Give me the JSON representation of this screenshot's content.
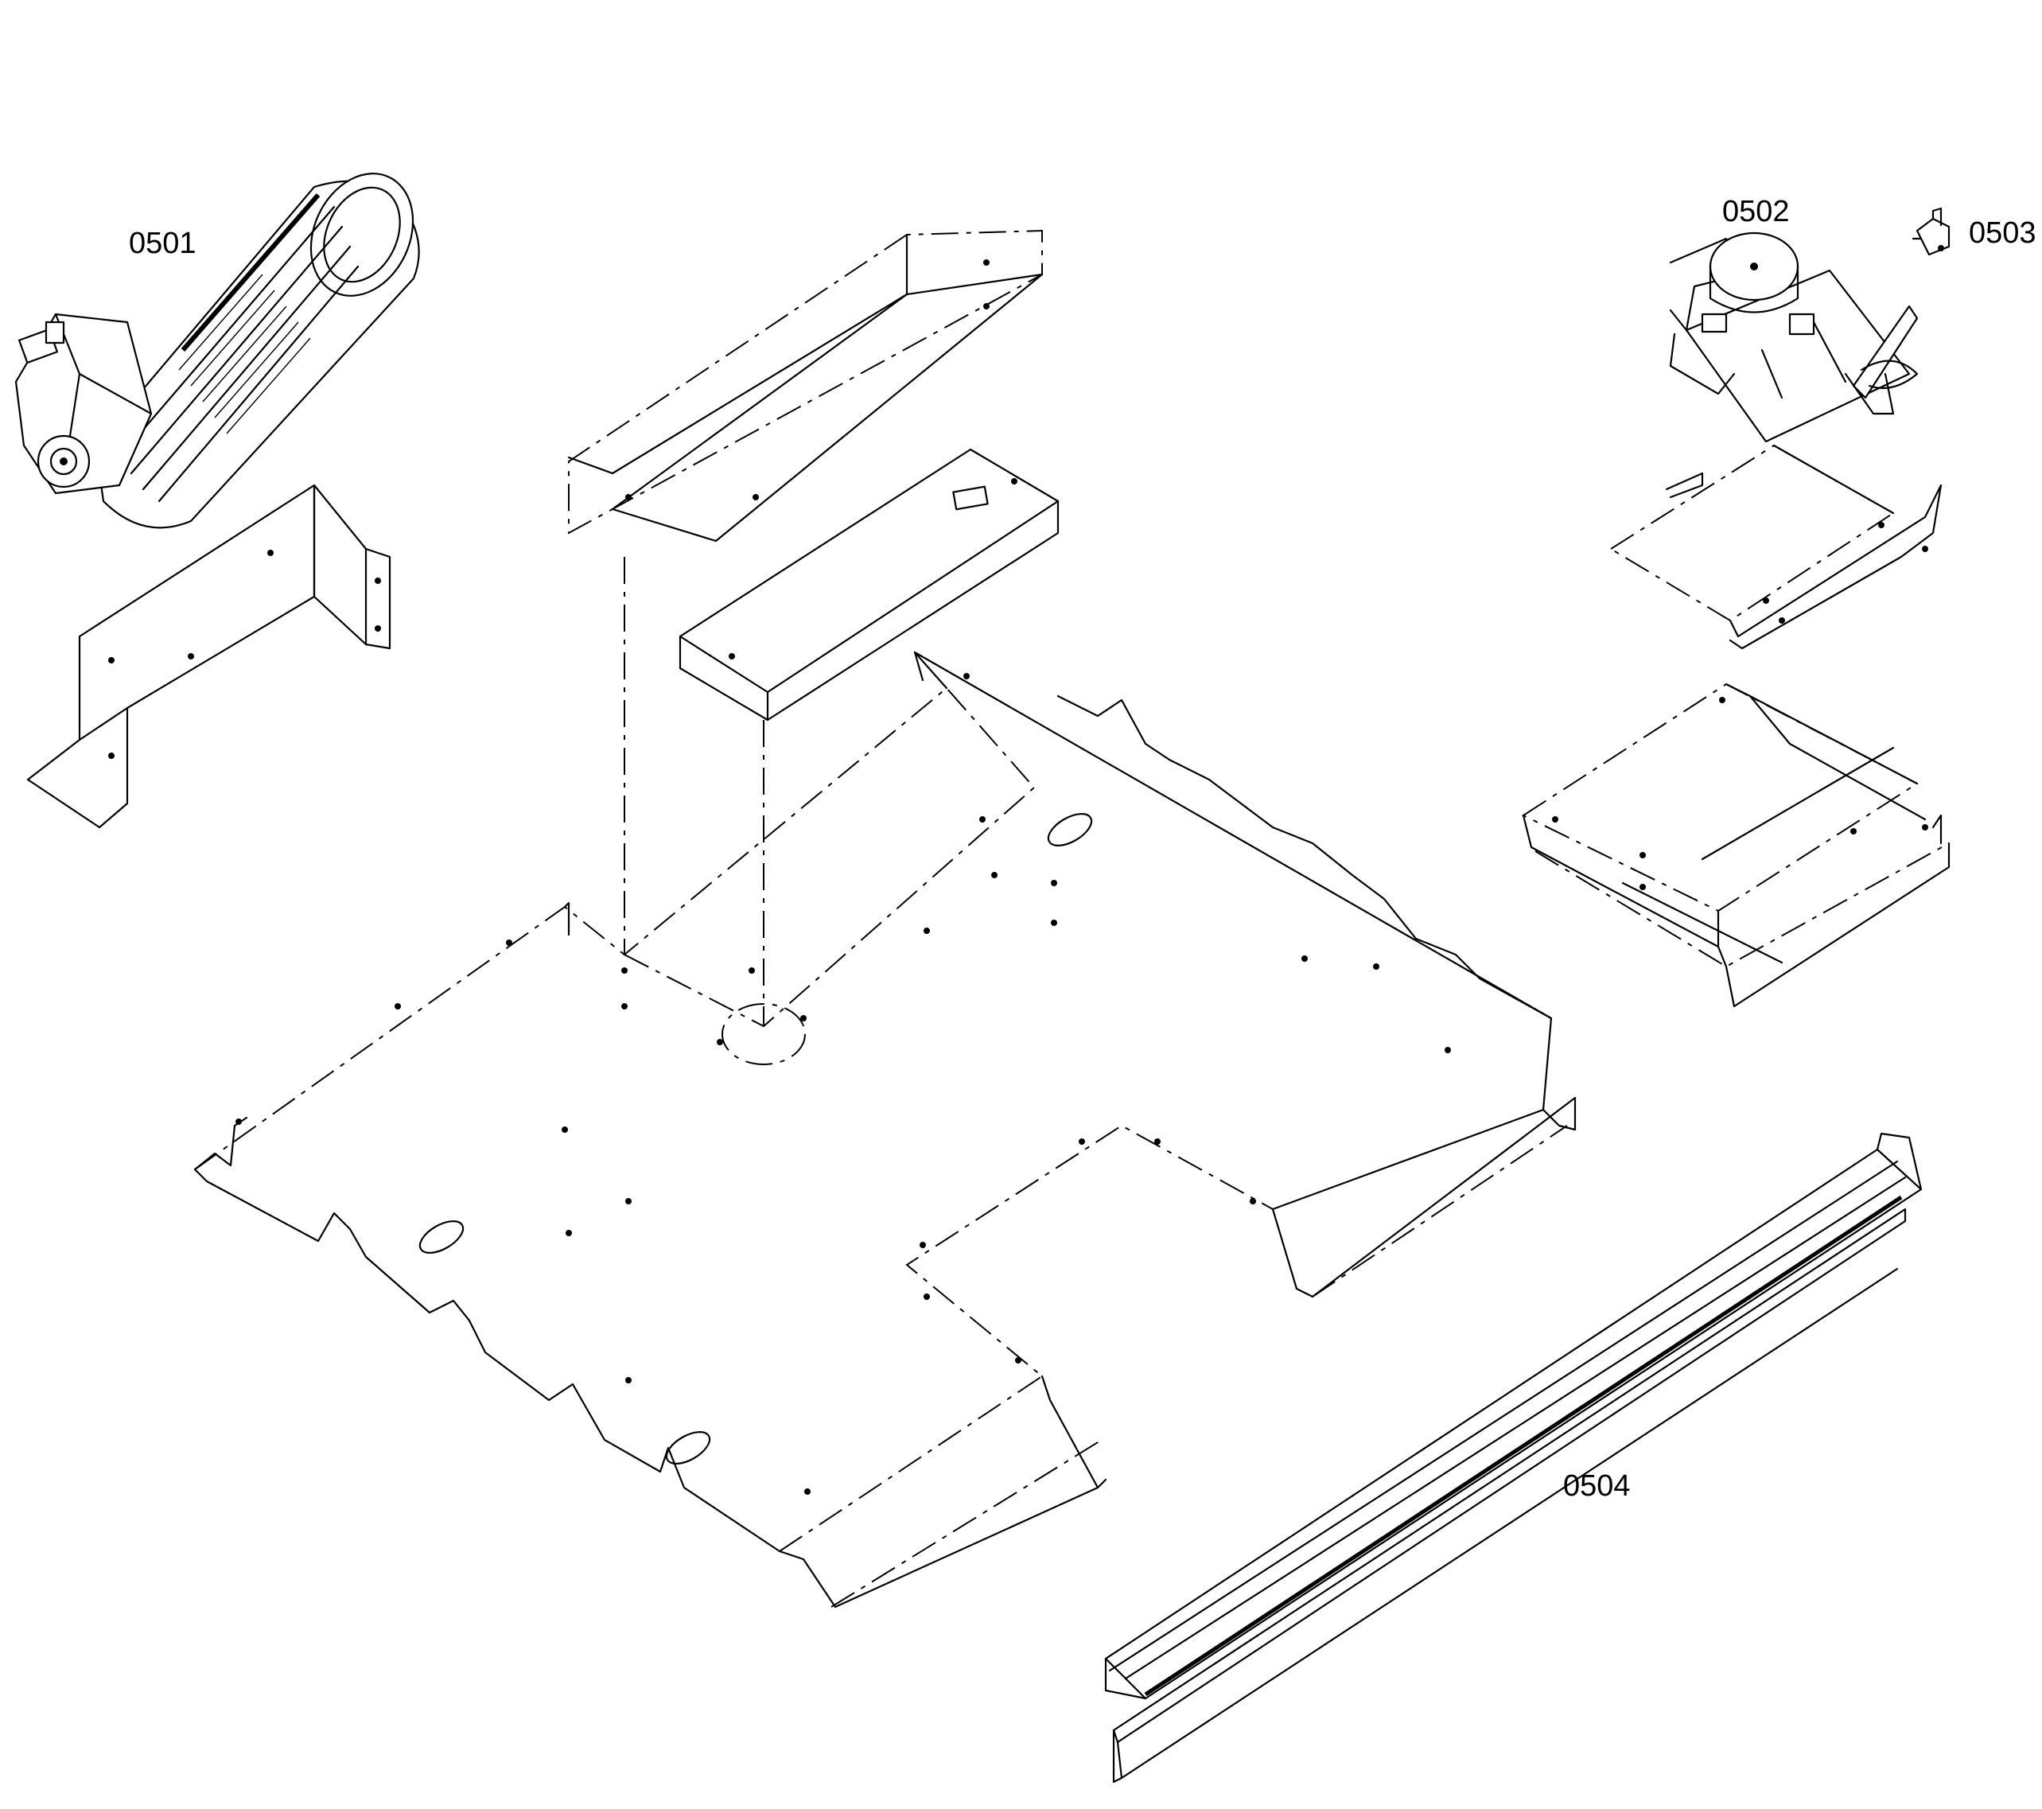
{
  "labels": {
    "fan_motor": "0501",
    "motor_bracket": "0502",
    "thermostat": "0503",
    "front_trim": "0504"
  },
  "colors": {
    "line": "#000000",
    "background": "#ffffff"
  }
}
